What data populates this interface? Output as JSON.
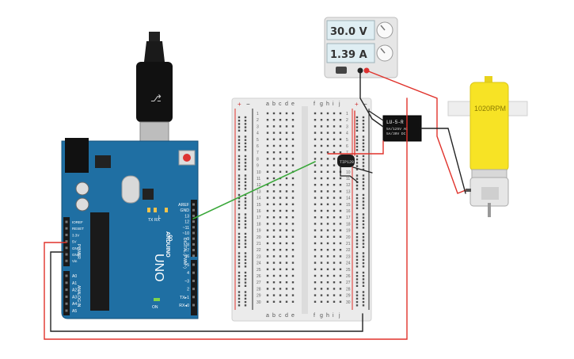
{
  "power_supply": {
    "voltage_display": "30.0 V",
    "current_display": "1.39 A"
  },
  "motor": {
    "label": "1020RPM"
  },
  "relay": {
    "title": "LU-5-R",
    "line1": "5A/125V AC",
    "line2": "5A/30V DC"
  },
  "transistor": {
    "label": "TIP120"
  },
  "arduino": {
    "brand": "ARDUINO",
    "model": "UNO",
    "digital_header": "DIGITAL (PWM~)",
    "power_header": "POWER",
    "analog_header": "ANALOG IN",
    "power_pins": [
      "IOREF",
      "RESET",
      "3.3V",
      "5V",
      "GND",
      "GND",
      "Vin"
    ],
    "analog_pins": [
      "A0",
      "A1",
      "A2",
      "A3",
      "A4",
      "A5"
    ],
    "digital_pins": [
      "AREF",
      "GND",
      "13",
      "12",
      "~11",
      "~10",
      "~9",
      "8",
      "7",
      "~6",
      "~5",
      "4",
      "~3",
      "2",
      "TX▸1",
      "RX◂0"
    ],
    "led_labels": [
      "L",
      "TX",
      "RX"
    ],
    "on_label": "ON"
  },
  "breadboard": {
    "columns_left": [
      "a",
      "b",
      "c",
      "d",
      "e"
    ],
    "columns_right": [
      "f",
      "g",
      "h",
      "i",
      "j"
    ],
    "rail_plus": "+",
    "rail_minus": "−",
    "rows": [
      "1",
      "2",
      "3",
      "4",
      "5",
      "6",
      "7",
      "8",
      "9",
      "10",
      "11",
      "12",
      "13",
      "14",
      "15",
      "16",
      "17",
      "18",
      "19",
      "20",
      "21",
      "22",
      "23",
      "24",
      "25",
      "26",
      "27",
      "28",
      "29",
      "30"
    ]
  },
  "colors": {
    "arduino_board": "#1f6fa3",
    "motor_body": "#f7e325",
    "wire_red": "#e0322b",
    "wire_black": "#222222",
    "wire_green": "#3aa83a"
  }
}
